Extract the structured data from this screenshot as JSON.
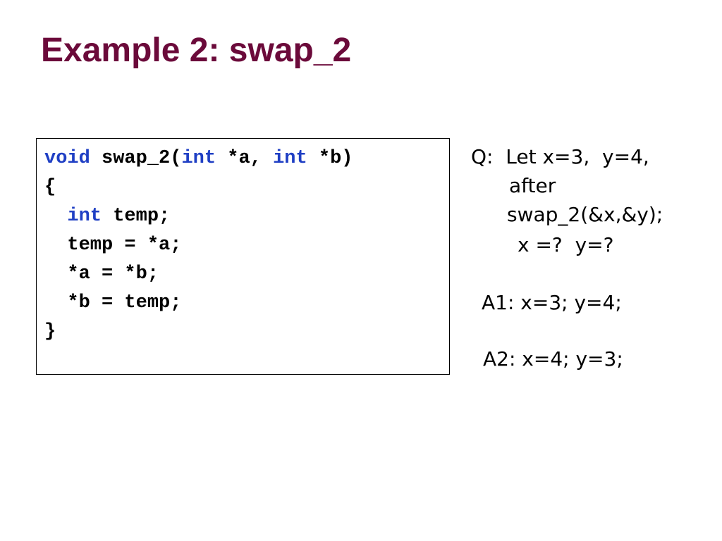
{
  "slide": {
    "title": "Example 2: swap_2"
  },
  "code": {
    "lines": [
      [
        {
          "text": "void",
          "keyword": true
        },
        {
          "text": " swap_2(",
          "keyword": false
        },
        {
          "text": "int",
          "keyword": true
        },
        {
          "text": " *a, ",
          "keyword": false
        },
        {
          "text": "int",
          "keyword": true
        },
        {
          "text": " *b)",
          "keyword": false
        }
      ],
      [
        {
          "text": "{",
          "keyword": false
        }
      ],
      [
        {
          "text": "  ",
          "keyword": false
        },
        {
          "text": "int",
          "keyword": true
        },
        {
          "text": " temp;",
          "keyword": false
        }
      ],
      [
        {
          "text": "  temp = *a;",
          "keyword": false
        }
      ],
      [
        {
          "text": "  *a = *b;",
          "keyword": false
        }
      ],
      [
        {
          "text": "  *b = temp;",
          "keyword": false
        }
      ],
      [
        {
          "text": "}",
          "keyword": false
        }
      ]
    ]
  },
  "question": {
    "line1": "Q:  Let x=3,  y=4,",
    "line2": "after",
    "line3": "swap_2(&x,&y);",
    "line4": "x =?  y=?"
  },
  "answers": {
    "a1": "A1: x=3; y=4;",
    "a2": "A2: x=4; y=3;"
  },
  "colors": {
    "title": "#6b0a3a",
    "keyword": "#1f3fc4",
    "text": "#000000"
  }
}
